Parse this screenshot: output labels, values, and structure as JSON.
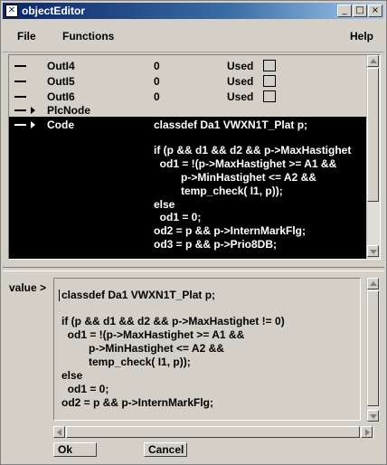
{
  "window": {
    "title": "objectEditor",
    "controls": [
      "_",
      "□",
      "×"
    ]
  },
  "menu": {
    "file": "File",
    "functions": "Functions",
    "help": "Help"
  },
  "rows": [
    {
      "name": "OutI4",
      "value": "0",
      "used": "Used",
      "has_arrow": false
    },
    {
      "name": "OutI5",
      "value": "0",
      "used": "Used",
      "has_arrow": false
    },
    {
      "name": "OutI6",
      "value": "0",
      "used": "Used",
      "has_arrow": false
    },
    {
      "name": "PlcNode",
      "value": "",
      "used": "",
      "has_arrow": true
    }
  ],
  "selected_row": {
    "name": "Code",
    "code_lines": [
      "classdef Da1 VWXN1T_Plat p;",
      "",
      "if (p && d1 && d2 && p->MaxHastighet",
      "  od1 = !(p->MaxHastighet >= A1 &&",
      "         p->MinHastighet <= A2 &&",
      "         temp_check( I1, p));",
      "else",
      "  od1 = 0;",
      "od2 = p && p->InternMarkFlg;",
      "od3 = p && p->Prio8DB;"
    ]
  },
  "value_editor": {
    "label": "value >",
    "lines": [
      "classdef Da1 VWXN1T_Plat p;",
      "",
      "if (p && d1 && d2 && p->MaxHastighet != 0)",
      "  od1 = !(p->MaxHastighet >= A1 &&",
      "         p->MinHastighet <= A2 &&",
      "         temp_check( I1, p));",
      "else",
      "  od1 = 0;",
      "od2 = p && p->InternMarkFlg;"
    ]
  },
  "buttons": {
    "ok": "Ok",
    "cancel": "Cancel"
  }
}
